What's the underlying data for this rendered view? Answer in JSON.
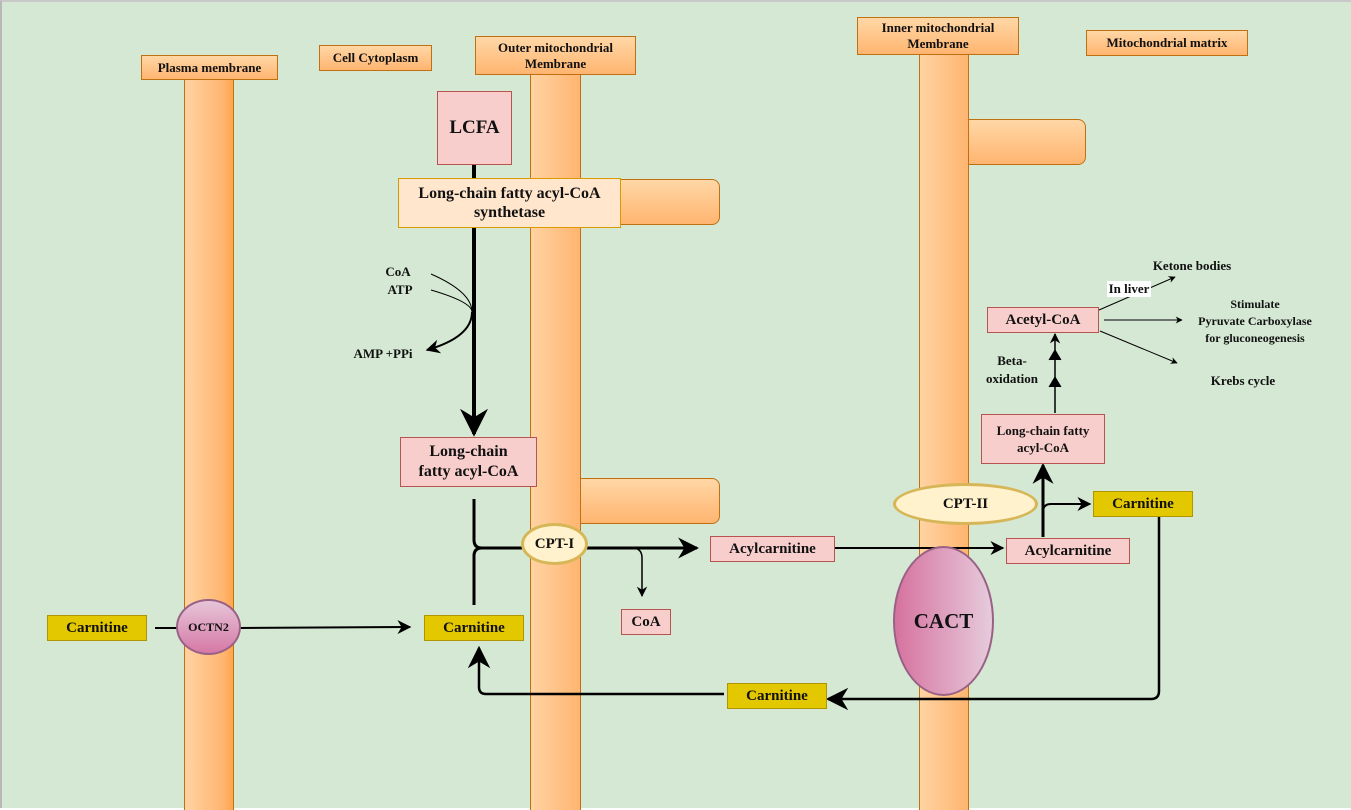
{
  "compartments": {
    "plasma_membrane": "Plasma membrane",
    "cell_cytoplasm": "Cell Cytoplasm",
    "outer_membrane_line1": "Outer mitochondrial",
    "outer_membrane_line2": "Membrane",
    "inner_membrane_line1": "Inner mitochondrial",
    "inner_membrane_line2": "Membrane",
    "matrix": "Mitochondrial matrix"
  },
  "nodes": {
    "lcfa": "LCFA",
    "synthetase_line1": "Long-chain fatty acyl-CoA",
    "synthetase_line2": "synthetase",
    "coa_in": "CoA",
    "atp_in": "ATP",
    "amp_ppi": "AMP +PPi",
    "lcfa_coa_cyto_line1": "Long-chain",
    "lcfa_coa_cyto_line2": "fatty acyl-CoA",
    "cpt1": "CPT-I",
    "acylcarnitine_ims": "Acylcarnitine",
    "coa_out": "CoA",
    "carnitine_extracellular": "Carnitine",
    "octn2": "OCTN2",
    "carnitine_cyto": "Carnitine",
    "carnitine_return": "Carnitine",
    "cact": "CACT",
    "cpt2": "CPT-II",
    "acylcarnitine_matrix": "Acylcarnitine",
    "carnitine_matrix": "Carnitine",
    "lcfa_coa_matrix_line1": "Long-chain fatty",
    "lcfa_coa_matrix_line2": "acyl-CoA",
    "beta_oxidation_line1": "Beta-",
    "beta_oxidation_line2": "oxidation",
    "acetyl_coa": "Acetyl-CoA",
    "in_liver": "In liver",
    "ketone_bodies": "Ketone bodies",
    "pc_line1": "Stimulate",
    "pc_line2": "Pyruvate Carboxylase",
    "pc_line3": "for gluconeogenesis",
    "krebs": "Krebs cycle"
  },
  "colors": {
    "background": "#d5e8d4",
    "metabolite_fill": "#f8cecc",
    "carnitine_fill": "#e3c800",
    "enzyme_fill": "#fff2cc",
    "membrane_fill": "#ffb570",
    "transporter_fill": "#d77ba8"
  }
}
